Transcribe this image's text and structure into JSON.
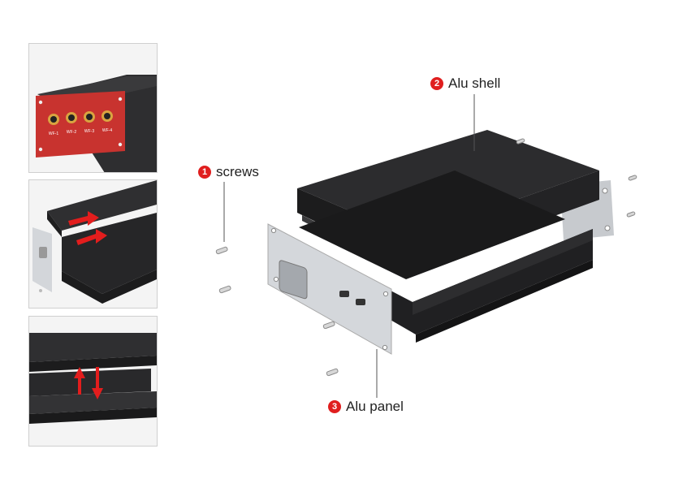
{
  "callouts": [
    {
      "number": "1",
      "label": "screws"
    },
    {
      "number": "2",
      "label": "Alu shell"
    },
    {
      "number": "3",
      "label": "Alu panel"
    }
  ],
  "detail1": {
    "port_labels": [
      "WF-1",
      "WF-2",
      "WF-3",
      "WF-4"
    ]
  },
  "colors": {
    "badge": "#e01e1e",
    "panel_red": "#c8332f",
    "arrow_red": "#e31d1d",
    "shell": "#2a2a2c",
    "alu_panel": "#cfd2d6"
  }
}
